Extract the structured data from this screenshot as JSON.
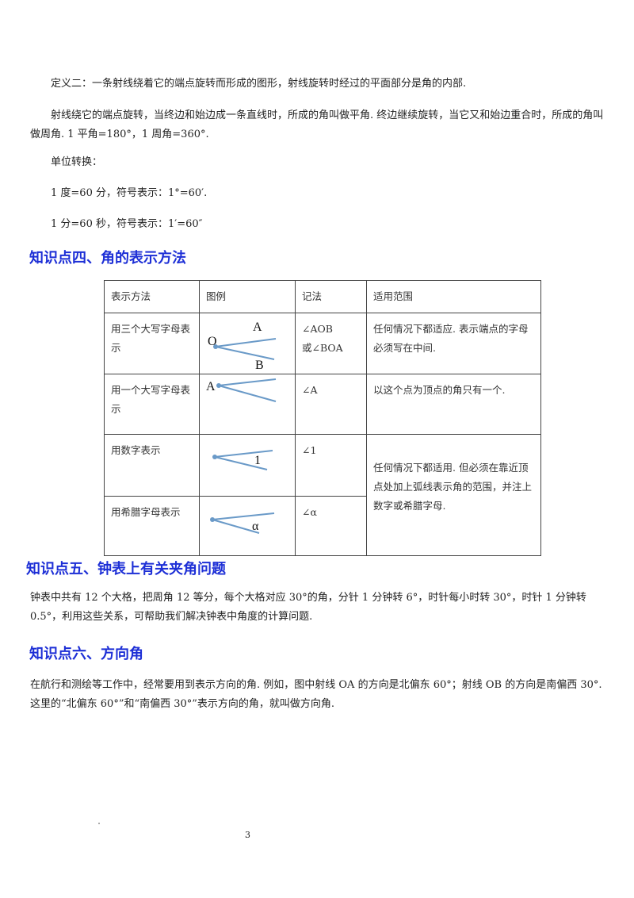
{
  "paragraphs": {
    "def2": "定义二：一条射线绕着它的端点旋转而形成的图形，射线旋转时经过的平面部分是角的内部.",
    "rotation": "射线绕它的端点旋转，当终边和始边成一条直线时，所成的角叫做平角. 终边继续旋转，当它又和始边重合时，所成的角叫做周角. 1 平角=180°，1 周角=360°.",
    "unit_title": "单位转换：",
    "unit_degree": "1 度=60 分，符号表示：1°=60′.",
    "unit_minute": "1 分=60 秒，符号表示：1′=60″"
  },
  "sections": {
    "s4": "知识点四、角的表示方法",
    "s5": "知识点五、钟表上有关夹角问题",
    "s6": "知识点六、方向角"
  },
  "table": {
    "headers": [
      "表示方法",
      "图例",
      "记法",
      "适用范围"
    ],
    "rows": [
      {
        "method": "用三个大写字母表示",
        "notation_1": "∠AOB",
        "notation_2": "或∠BOA",
        "scope": "任何情况下都适应. 表示端点的字母必须写在中间.",
        "fig_labels": [
          "A",
          "O",
          "B"
        ]
      },
      {
        "method": "用一个大写字母表示",
        "notation_1": "∠A",
        "scope": "以这个点为顶点的角只有一个.",
        "fig_labels": [
          "A"
        ]
      },
      {
        "method": "用数字表示",
        "notation_1": "∠1",
        "fig_labels": [
          "1"
        ]
      },
      {
        "method": "用希腊字母表示",
        "notation_1": "∠α",
        "fig_labels": [
          "α"
        ]
      }
    ],
    "merged_scope": "任何情况下都适用. 但必须在靠近顶点处加上弧线表示角的范围，并注上数字或希腊字母."
  },
  "clock_text": "钟表中共有 12 个大格，把周角 12 等分，每个大格对应 30°的角，分针 1 分钟转 6°，时针每小时转 30°，时针 1 分钟转 0.5°，利用这些关系，可帮助我们解决钟表中角度的计算问题.",
  "direction_text": "在航行和测绘等工作中，经常要用到表示方向的角. 例如，图中射线 OA 的方向是北偏东 60°；射线 OB 的方向是南偏西 30°. 这里的“北偏东 60°”和“南偏西 30°”表示方向的角，就叫做方向角.",
  "page_number": "3",
  "colors": {
    "heading": "#1d2fd6",
    "figure_line": "#6a9ac8"
  }
}
